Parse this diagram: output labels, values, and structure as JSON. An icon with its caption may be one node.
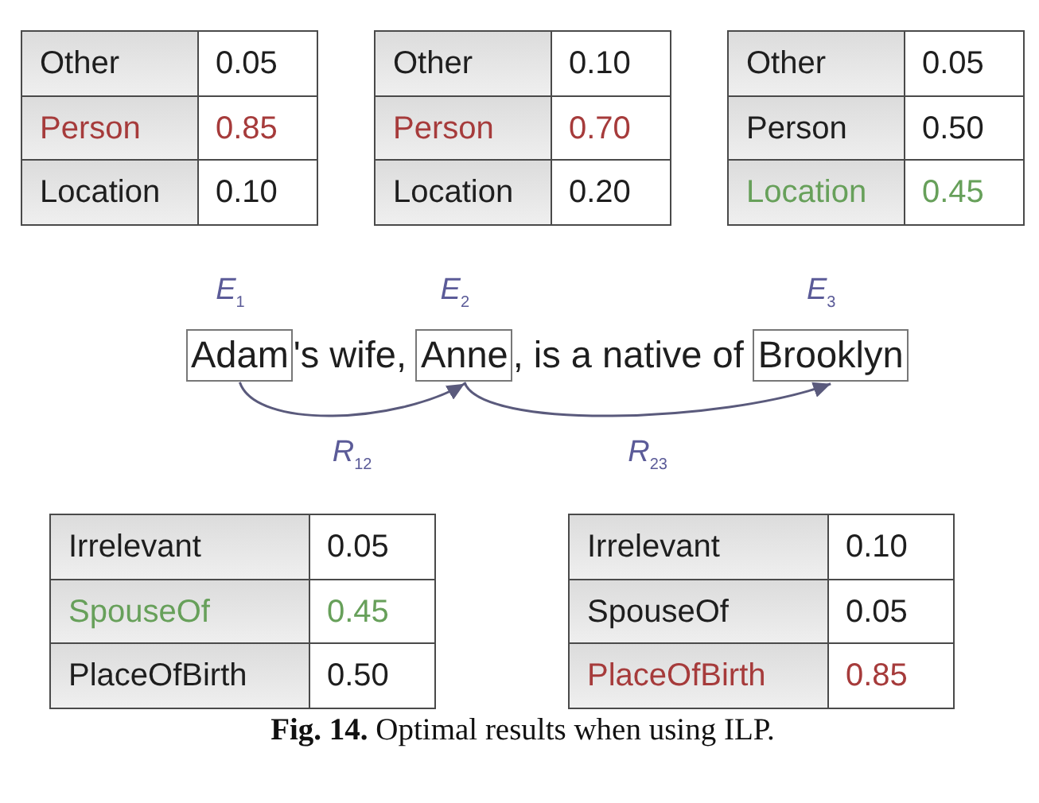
{
  "diagram": {
    "caption": "**Fig. 14.** Optimal results when using ILP.",
    "nodes": [
      {
        "text": [
          "Adam"
        ],
        "beside": [
          "*E*$_{1}$"
        ]
      },
      {
        "text": [
          "Anne"
        ],
        "beside": [
          "*E*$_{2}$"
        ]
      },
      {
        "text": [
          "Brooklyn"
        ],
        "beside": [
          "*E*$_{3}$"
        ]
      }
    ],
    "edges": [
      {
        "from": 0,
        "to": 1,
        "arrow": "to",
        "label": "*R*$_{12}$"
      },
      {
        "from": 1,
        "to": 2,
        "arrow": "to",
        "label": "*R*$_{23}$"
      }
    ],
    "labels": [
      "Other",
      "0.05",
      "Person",
      "0.85",
      "Location",
      "0.10",
      "Other",
      "0.10",
      "Person",
      "0.70",
      "Location",
      "0.20",
      "Other",
      "0.05",
      "Person",
      "0.50",
      "Location",
      "0.45",
      "'s wife,",
      ", is a native of",
      "Irrelevant",
      "0.05",
      "SpouseOf",
      "0.45",
      "PlaceOfBirth",
      "0.50",
      "Irrelevant",
      "0.10",
      "SpouseOf",
      "0.05",
      "PlaceOfBirth",
      "0.85"
    ]
  }
}
